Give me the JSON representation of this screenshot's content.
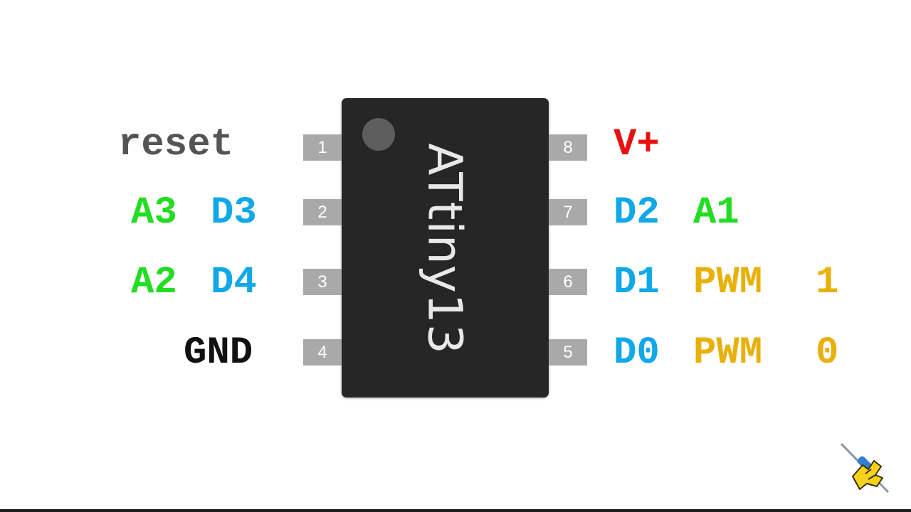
{
  "chip": {
    "name": "ATtiny13"
  },
  "pins": [
    {
      "number": "1",
      "labels": [
        {
          "text": "reset",
          "color": "#555555"
        }
      ]
    },
    {
      "number": "2",
      "labels": [
        {
          "text": "A3",
          "color": "#22dd22"
        },
        {
          "text": "D3",
          "color": "#11a8e8"
        }
      ]
    },
    {
      "number": "3",
      "labels": [
        {
          "text": "A2",
          "color": "#22dd22"
        },
        {
          "text": "D4",
          "color": "#11a8e8"
        }
      ]
    },
    {
      "number": "4",
      "labels": [
        {
          "text": "GND",
          "color": "#111111"
        }
      ]
    },
    {
      "number": "5",
      "labels": [
        {
          "text": "D0",
          "color": "#11a8e8"
        },
        {
          "text": "PWM",
          "color": "#e8b00a"
        },
        {
          "text": "0",
          "color": "#e8b00a"
        }
      ]
    },
    {
      "number": "6",
      "labels": [
        {
          "text": "D1",
          "color": "#11a8e8"
        },
        {
          "text": "PWM",
          "color": "#e8b00a"
        },
        {
          "text": "1",
          "color": "#e8b00a"
        }
      ]
    },
    {
      "number": "7",
      "labels": [
        {
          "text": "D2",
          "color": "#11a8e8"
        },
        {
          "text": "A1",
          "color": "#22dd22"
        }
      ]
    },
    {
      "number": "8",
      "labels": [
        {
          "text": "V+",
          "color": "#e81010"
        }
      ]
    }
  ],
  "logo": {
    "icon": "hand-with-resistor-logo-icon"
  }
}
